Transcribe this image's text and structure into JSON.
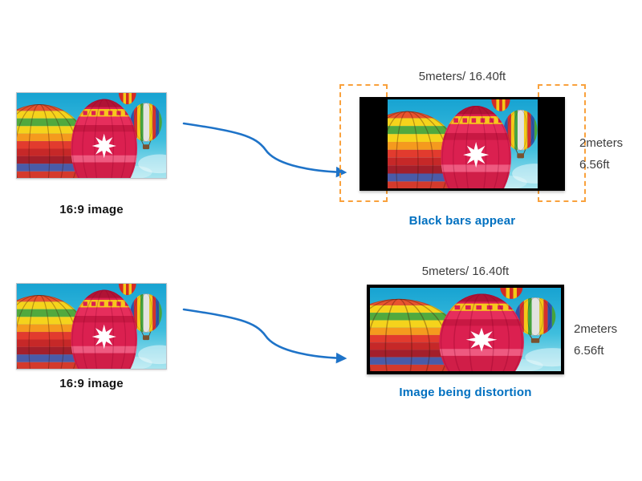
{
  "colors": {
    "arrow_blue": "#1E73C8",
    "caption_blue": "#0070C0",
    "dashed_orange": "#F9A13C",
    "dimension_text": "#3D3D3D",
    "source_label_text": "#141414",
    "display_frame": "#000000"
  },
  "icons": {
    "curved_arrow": "curved-arrow-icon",
    "balloon_photo": "hot-air-balloons-photo"
  },
  "rows": [
    {
      "source_label": "16:9 image",
      "display": {
        "width_label": "5meters/ 16.40ft",
        "height_meters": "2meters",
        "height_feet": "6.56ft",
        "caption": "Black bars appear"
      }
    },
    {
      "source_label": "16:9 image",
      "display": {
        "width_label": "5meters/ 16.40ft",
        "height_meters": "2meters",
        "height_feet": "6.56ft",
        "caption": "Image being distortion"
      }
    }
  ]
}
